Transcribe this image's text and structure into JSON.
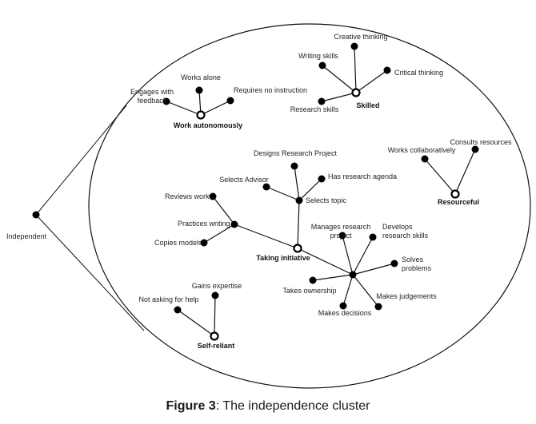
{
  "root": {
    "label": "Independent"
  },
  "caption": {
    "figure": "Figure 3",
    "separator": ":",
    "text": " The independence cluster"
  },
  "clusters": [
    {
      "id": "work-autonomously",
      "hub": "Work autonomously",
      "nodes": [
        "Works alone",
        "Requires no instruction",
        "Engages with feedback"
      ]
    },
    {
      "id": "skilled",
      "hub": "Skilled",
      "nodes": [
        "Creative thinking",
        "Writing skills",
        "Critical thinking",
        "Research skills"
      ]
    },
    {
      "id": "resourceful",
      "hub": "Resourceful",
      "nodes": [
        "Works collaboratively",
        "Consults resources"
      ]
    },
    {
      "id": "taking-initiative",
      "hub": "Taking initiative",
      "subhubs": [
        {
          "label": "Selects topic",
          "nodes": [
            "Designs Research Project",
            "Selects Advisor",
            "Has research agenda"
          ]
        },
        {
          "label": "Practices writing",
          "nodes": [
            "Reviews work",
            "Copies models"
          ]
        },
        {
          "label": "",
          "nodes": [
            "Manages research project",
            "Develops research skills",
            "Solves problems",
            "Takes ownership",
            "Makes judgements",
            "Makes decisions"
          ]
        }
      ]
    },
    {
      "id": "self-reliant",
      "hub": "Self-reliant",
      "nodes": [
        "Not asking for help",
        "Gains expertise"
      ]
    }
  ]
}
